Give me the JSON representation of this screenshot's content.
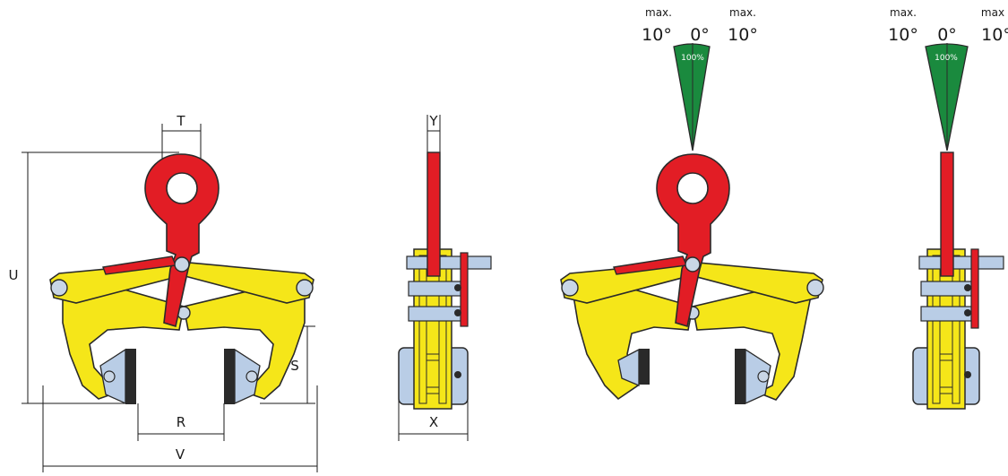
{
  "dimensions": {
    "T": "T",
    "U": "U",
    "V": "V",
    "R": "R",
    "S": "S",
    "Y": "Y",
    "X": "X"
  },
  "angle_views": [
    {
      "left_max": "max.",
      "left_deg": "10°",
      "center_deg": "0°",
      "right_max": "max.",
      "right_deg": "10°",
      "percent": "100%"
    },
    {
      "left_max": "max.",
      "left_deg": "10°",
      "center_deg": "0°",
      "right_max": "max",
      "right_deg": "10°",
      "percent": "100%"
    }
  ],
  "colors": {
    "body": "#f5e619",
    "shackle": "#e21d25",
    "pad": "#b9cde6",
    "angle_cone": "#1a8a3e",
    "outline": "#2a2a2a"
  }
}
